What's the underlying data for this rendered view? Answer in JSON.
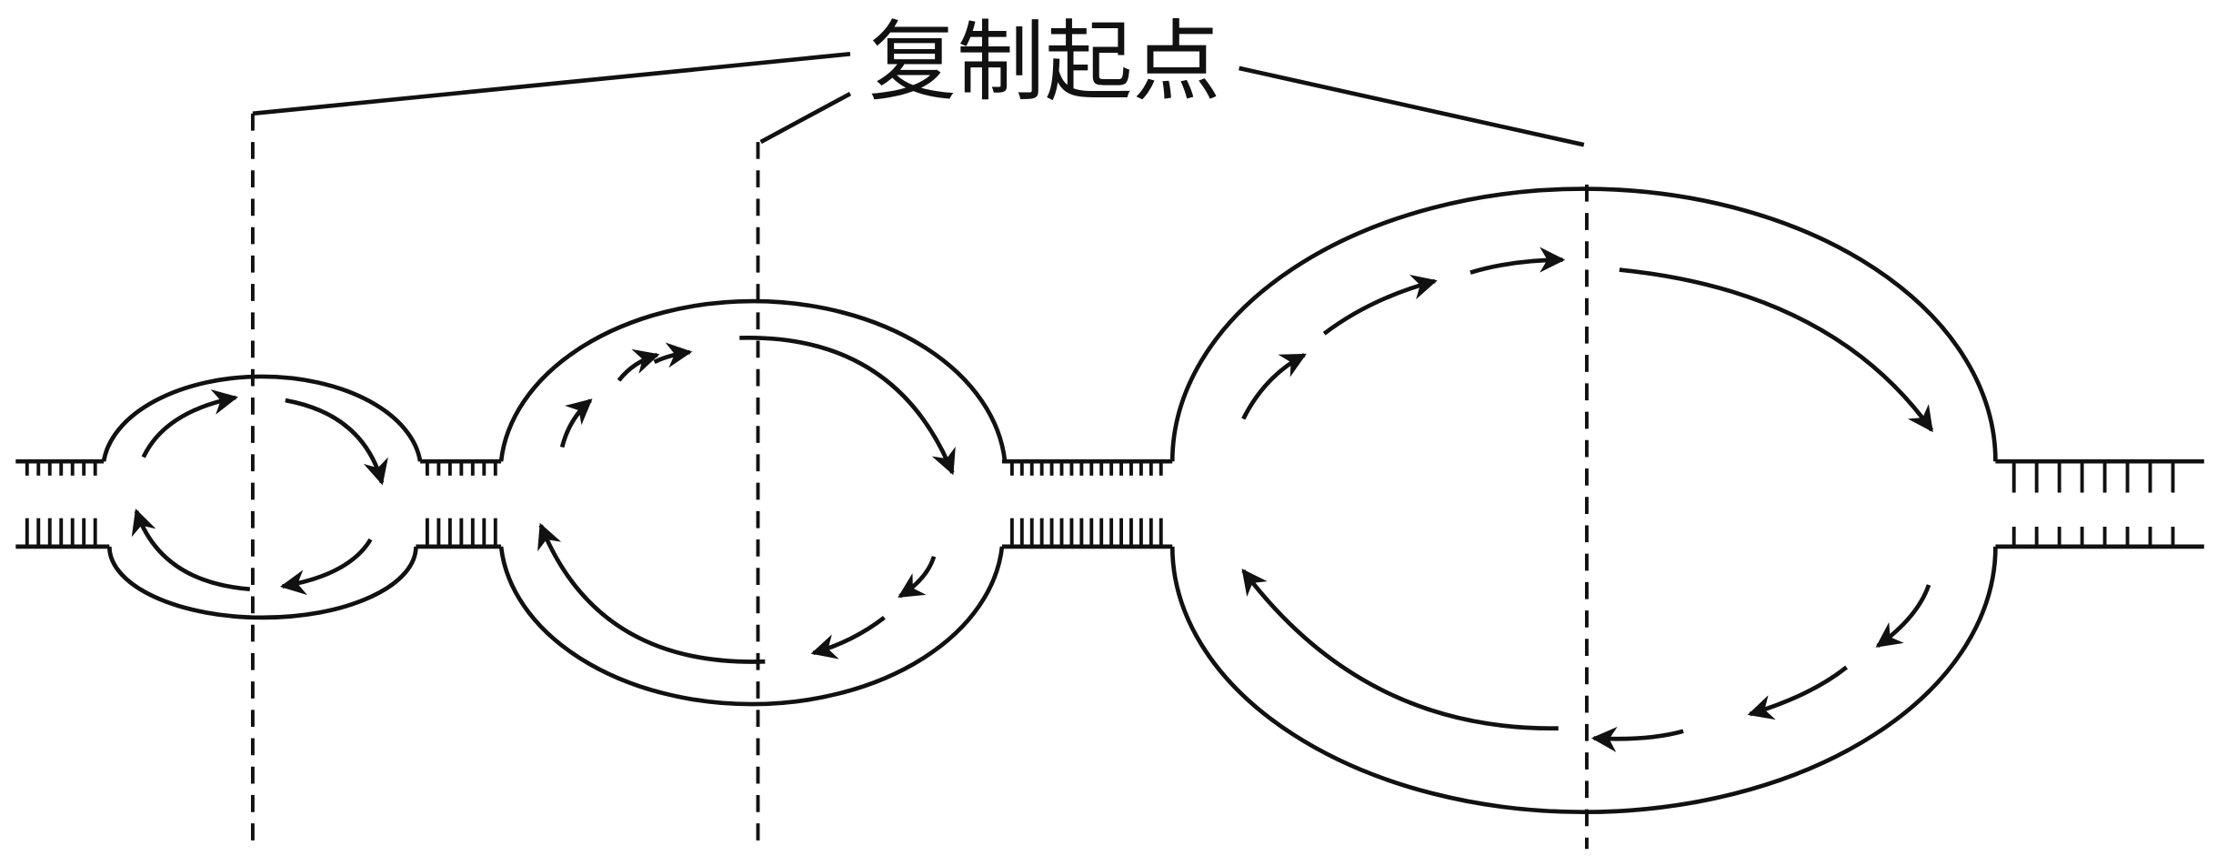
{
  "diagram": {
    "title_label": "复制起点",
    "stroke_color": "#111111",
    "bubbles": 3,
    "origins": 3
  }
}
